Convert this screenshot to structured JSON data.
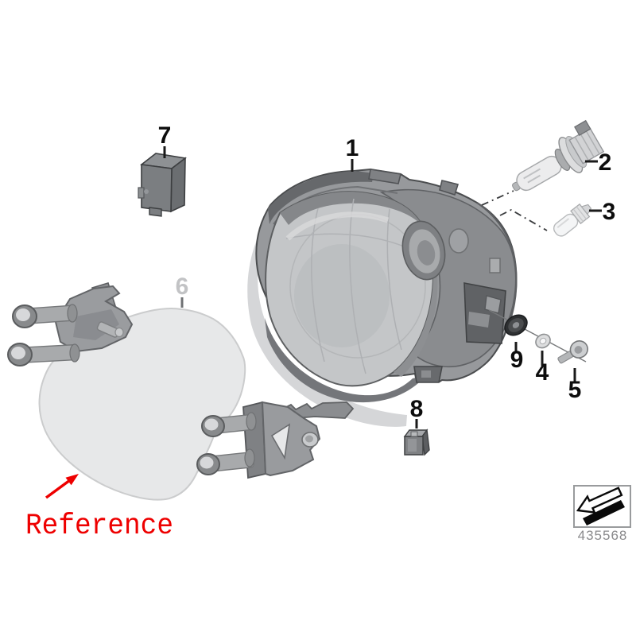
{
  "diagram": {
    "type": "exploded-parts-diagram",
    "subject": "motorcycle headlight assembly",
    "callouts": {
      "c1": "1",
      "c2": "2",
      "c3": "3",
      "c4": "4",
      "c5": "5",
      "c6": "6",
      "c7": "7",
      "c8": "8",
      "c9": "9"
    },
    "annotation": {
      "reference_label": "Reference",
      "accent_color": "#ee0000"
    },
    "footer": {
      "code": "435568",
      "icon": "direction-arrow-icon"
    },
    "colors": {
      "line": "#4b4d4f",
      "housing_gray": "#97999c",
      "bowl_gray": "#c4c6c8",
      "panel_gray": "#e7e8e9",
      "muted_callout": "#c2c3c5",
      "code_text": "#8a8a8c"
    }
  }
}
